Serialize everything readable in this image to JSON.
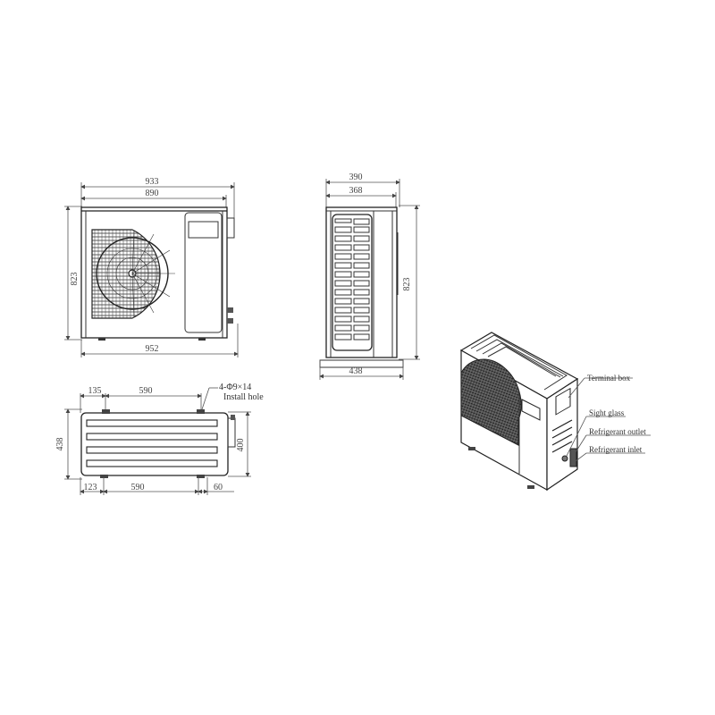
{
  "front_view": {
    "dims": {
      "overall_width": "933",
      "body_width": "890",
      "height": "823",
      "base_width": "952"
    }
  },
  "side_view": {
    "dims": {
      "overall_depth": "390",
      "body_depth": "368",
      "height": "823",
      "base_depth": "438"
    }
  },
  "bottom_view": {
    "dims": {
      "left_offset_top": "135",
      "hole_spacing_top": "590",
      "depth": "438",
      "inner_depth": "400",
      "left_offset_bottom": "123",
      "hole_spacing_bottom": "590",
      "right_offset": "60"
    },
    "install_hole": {
      "spec": "4-Φ9×14",
      "label": "Install hole"
    }
  },
  "iso_view": {
    "callouts": [
      {
        "label": "Terminal box"
      },
      {
        "label": "Sight glass"
      },
      {
        "label": "Refrigerant outlet"
      },
      {
        "label": "Refrigerant inlet"
      }
    ]
  },
  "colors": {
    "line": "#333333",
    "background": "#ffffff"
  }
}
